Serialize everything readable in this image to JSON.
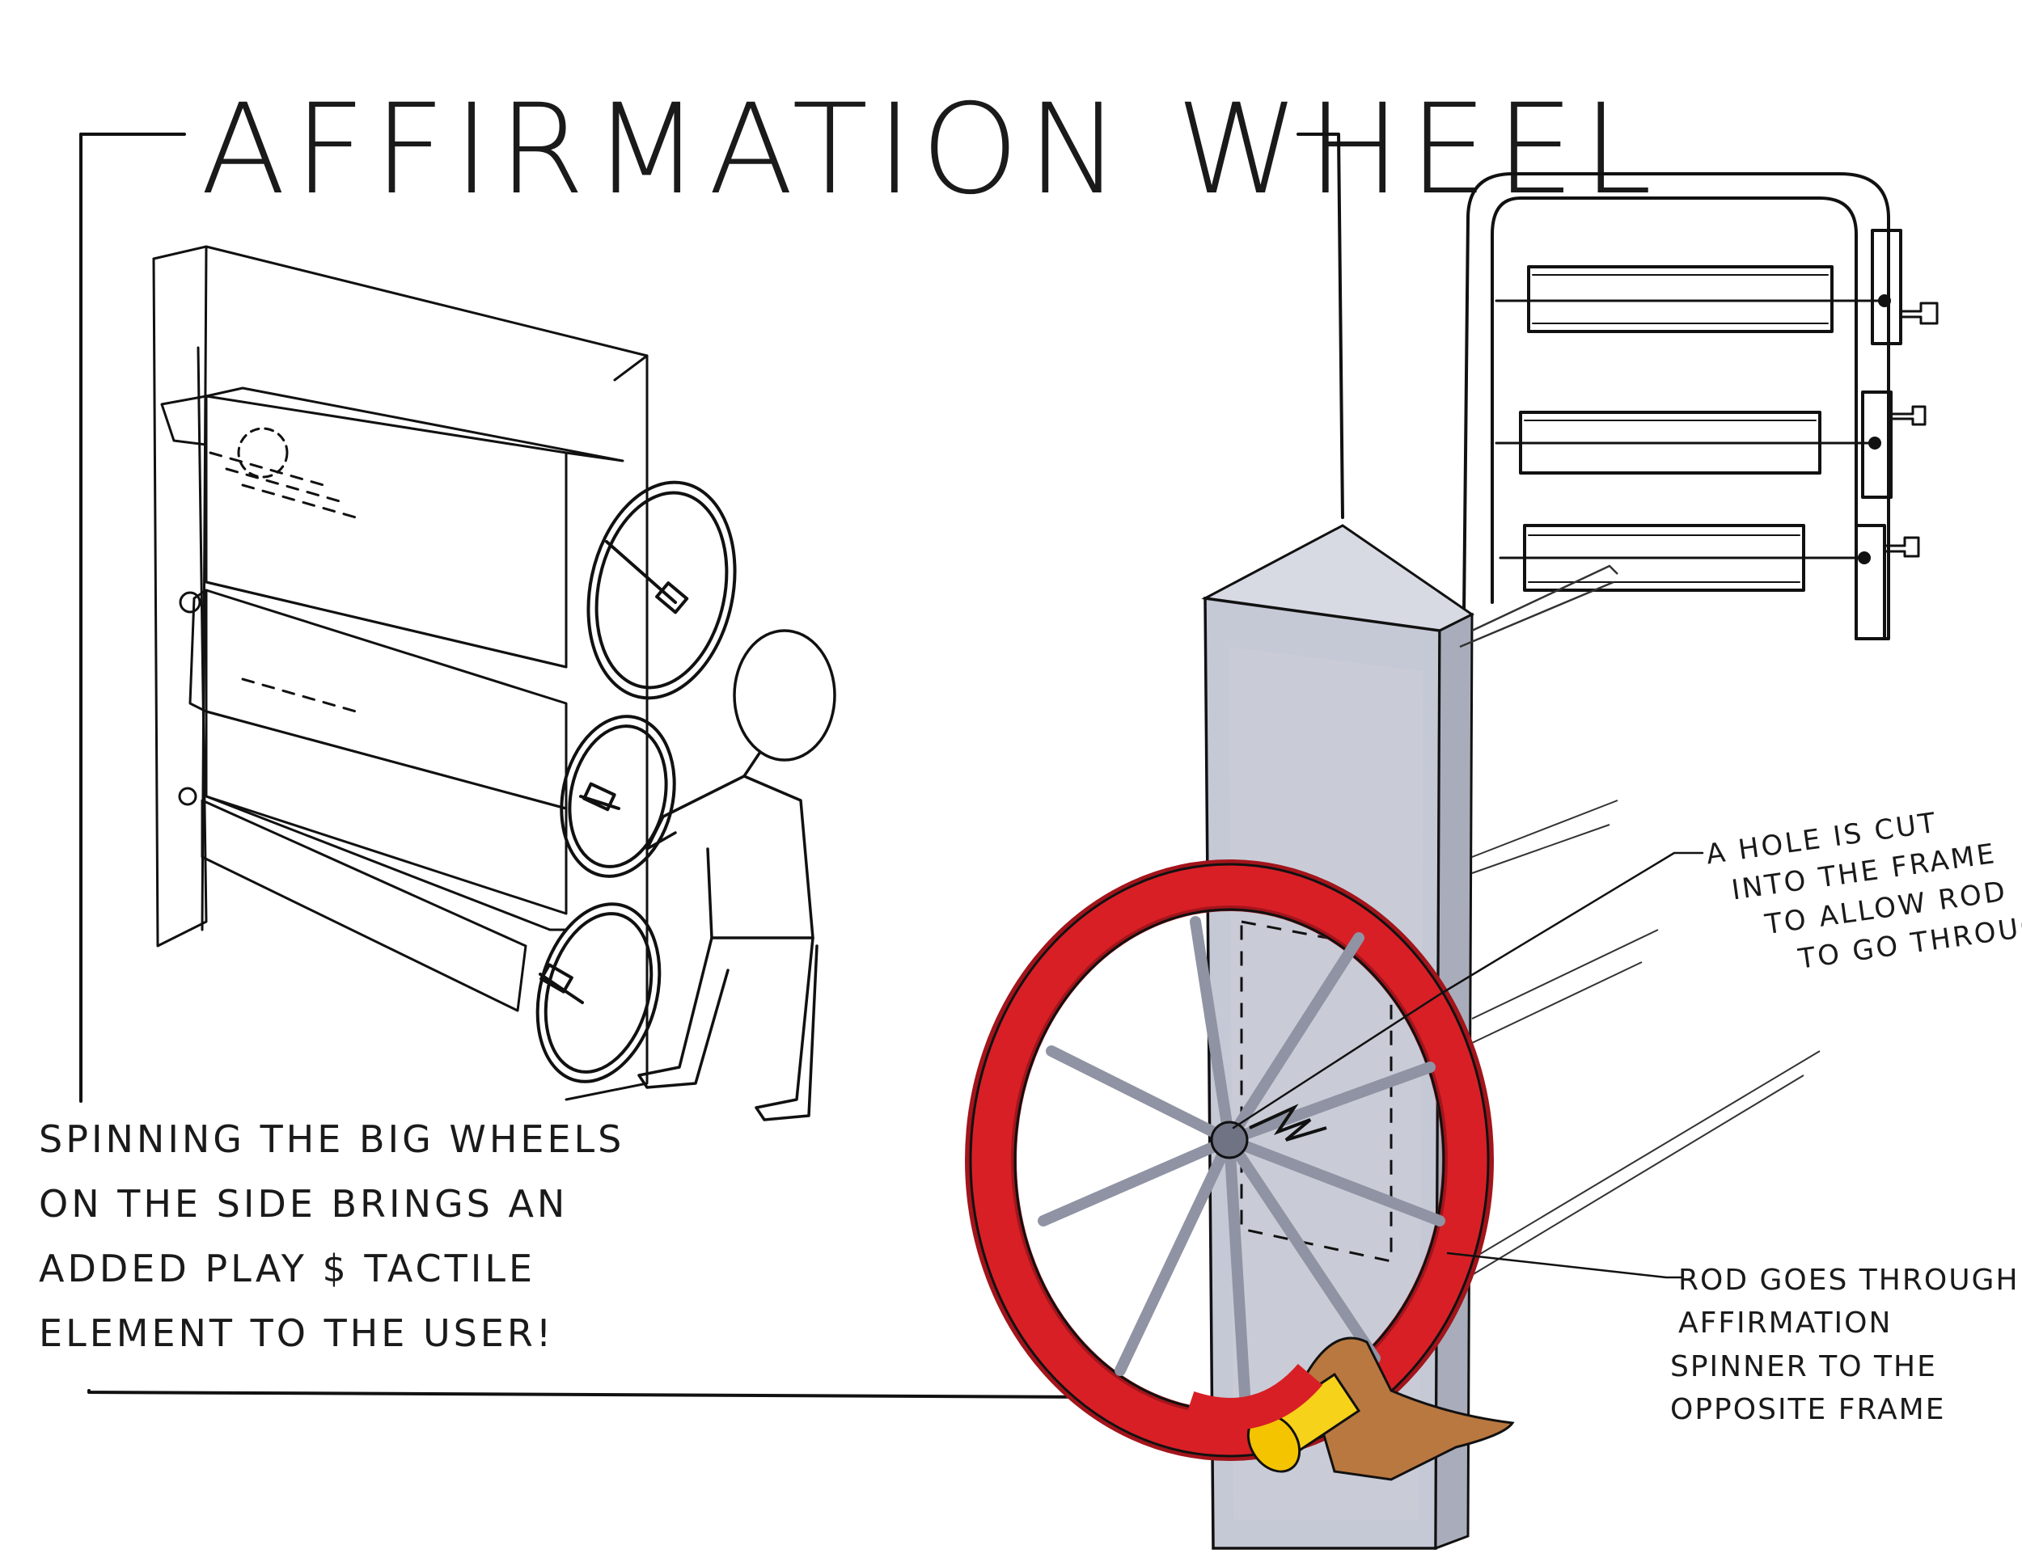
{
  "title": "AFFIRMATION WHEEL",
  "caption": {
    "lines": [
      "SPINNING THE BIG WHEELS",
      "ON THE SIDE BRINGS AN",
      "ADDED PLAY $ TACTILE",
      "ELEMENT TO THE USER!"
    ]
  },
  "callouts": {
    "hole": {
      "lines": [
        "A HOLE IS CUT",
        "INTO THE FRAME",
        "TO ALLOW ROD",
        "TO GO THROUG"
      ]
    },
    "rod": {
      "lines": [
        "ROD GOES THROUGH",
        "AFFIRMATION",
        "SPINNER TO THE",
        "OPPOSITE FRAME"
      ]
    }
  },
  "colors": {
    "ink": "#111111",
    "frame_gray": "#c9ccd8",
    "frame_shadow": "#a9adbb",
    "wheel_red": "#d81f26",
    "wheel_red_dark": "#a3141b",
    "handle_yellow": "#f7d21a",
    "hand_brown": "#b9783f"
  }
}
